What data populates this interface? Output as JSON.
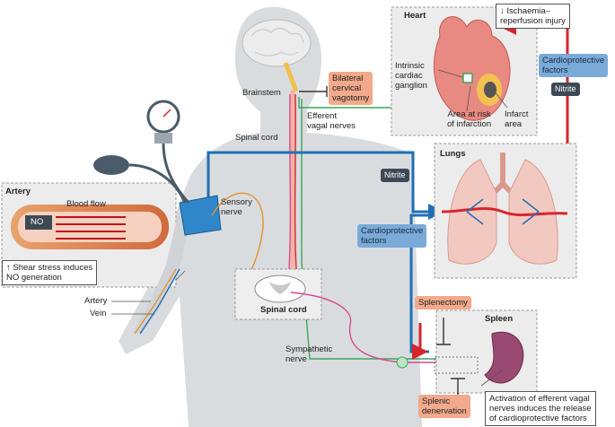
{
  "labels": {
    "heart": "Heart",
    "ischaemia": "↓ Ischaemia–\nreperfusion injury",
    "intrinsic": "Intrinsic\ncardiac\nganglion",
    "area_risk": "Area at risk\nof infarction",
    "infarct": "Infarct\narea",
    "cardio_top": "Cardioprotective\nfactors",
    "nitrite_top": "Nitrite",
    "bilateral": "Bilateral\ncervical\nvagotomy",
    "brainstem": "Brainstem",
    "efferent": "Efferent\nvagal nerves",
    "spinal_cord_upper": "Spinal cord",
    "nitrite_mid": "Nitrite",
    "lungs": "Lungs",
    "cardio_mid": "Cardioprotective\nfactors",
    "artery_box": "Artery",
    "blood_flow": "Blood flow",
    "no": "NO",
    "shear": "↑ Shear stress induces\nNO generation",
    "sensory": "Sensory\nnerve",
    "spinal_cord_box": "Spinal cord",
    "artery_arm": "Artery",
    "vein_arm": "Vein",
    "splenectomy": "Splenectomy",
    "spleen": "Spleen",
    "sympathetic": "Sympathetic\nnerve",
    "splenic_denervation": "Splenic\ndenervation",
    "activation": "Activation of efferent vagal\nnerves induces the release\nof cardioprotective factors"
  },
  "colors": {
    "blood_red": "#d8262e",
    "vessel_blue": "#1f6fb5",
    "nerve_green": "#3aa55a",
    "nerve_orange": "#e8902e",
    "nerve_pink": "#d94a8c",
    "body_grey": "#d9dcdf",
    "tag_orange": "#f2a98c",
    "tag_blue": "#7aaad8",
    "tag_dark": "#3d4a55"
  }
}
